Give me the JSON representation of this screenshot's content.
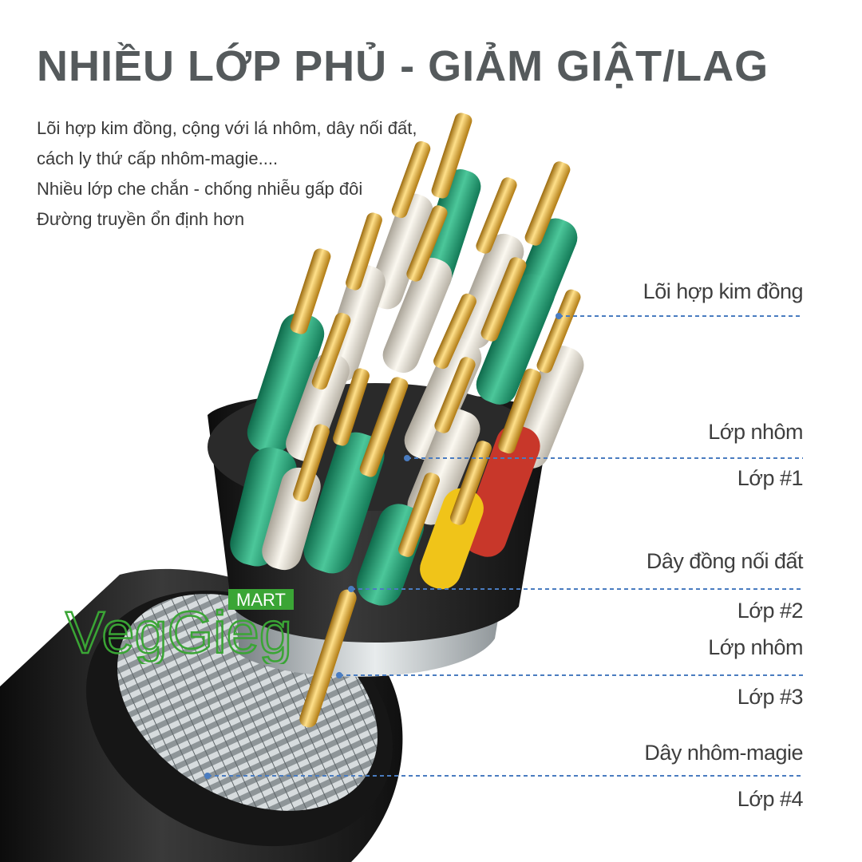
{
  "header": {
    "title": "NHIỀU LỚP PHỦ - GIẢM GIẬT/LAG",
    "description": [
      "Lõi hợp kim đồng, cộng với lá nhôm, dây nối đất,",
      "cách ly thứ cấp nhôm-magie....",
      "Nhiều lớp che chắn - chống nhiễu gấp đôi",
      "Đường truyền ổn định hơn"
    ]
  },
  "labels": {
    "core": "Lõi hợp kim đồng",
    "layer1_name": "Lớp nhôm",
    "layer1_num": "Lớp #1",
    "layer2_name": "Dây đồng nối đất",
    "layer2_num": "Lớp #2",
    "layer3_name": "Lớp nhôm",
    "layer3_num": "Lớp #3",
    "layer4_name": "Dây nhôm-magie",
    "layer4_num": "Lớp #4"
  },
  "logo": {
    "brand": "VegGieg",
    "badge": "MART"
  },
  "colors": {
    "title": "#555a5c",
    "leader": "#4a7cc0",
    "gold": "#d9a623",
    "green_insulation": "#2fa07a",
    "white_insulation": "#e6e1d6",
    "jacket": "#1e1e1e",
    "logo_green": "#3aa535",
    "logo_gray": "#555a5c"
  }
}
